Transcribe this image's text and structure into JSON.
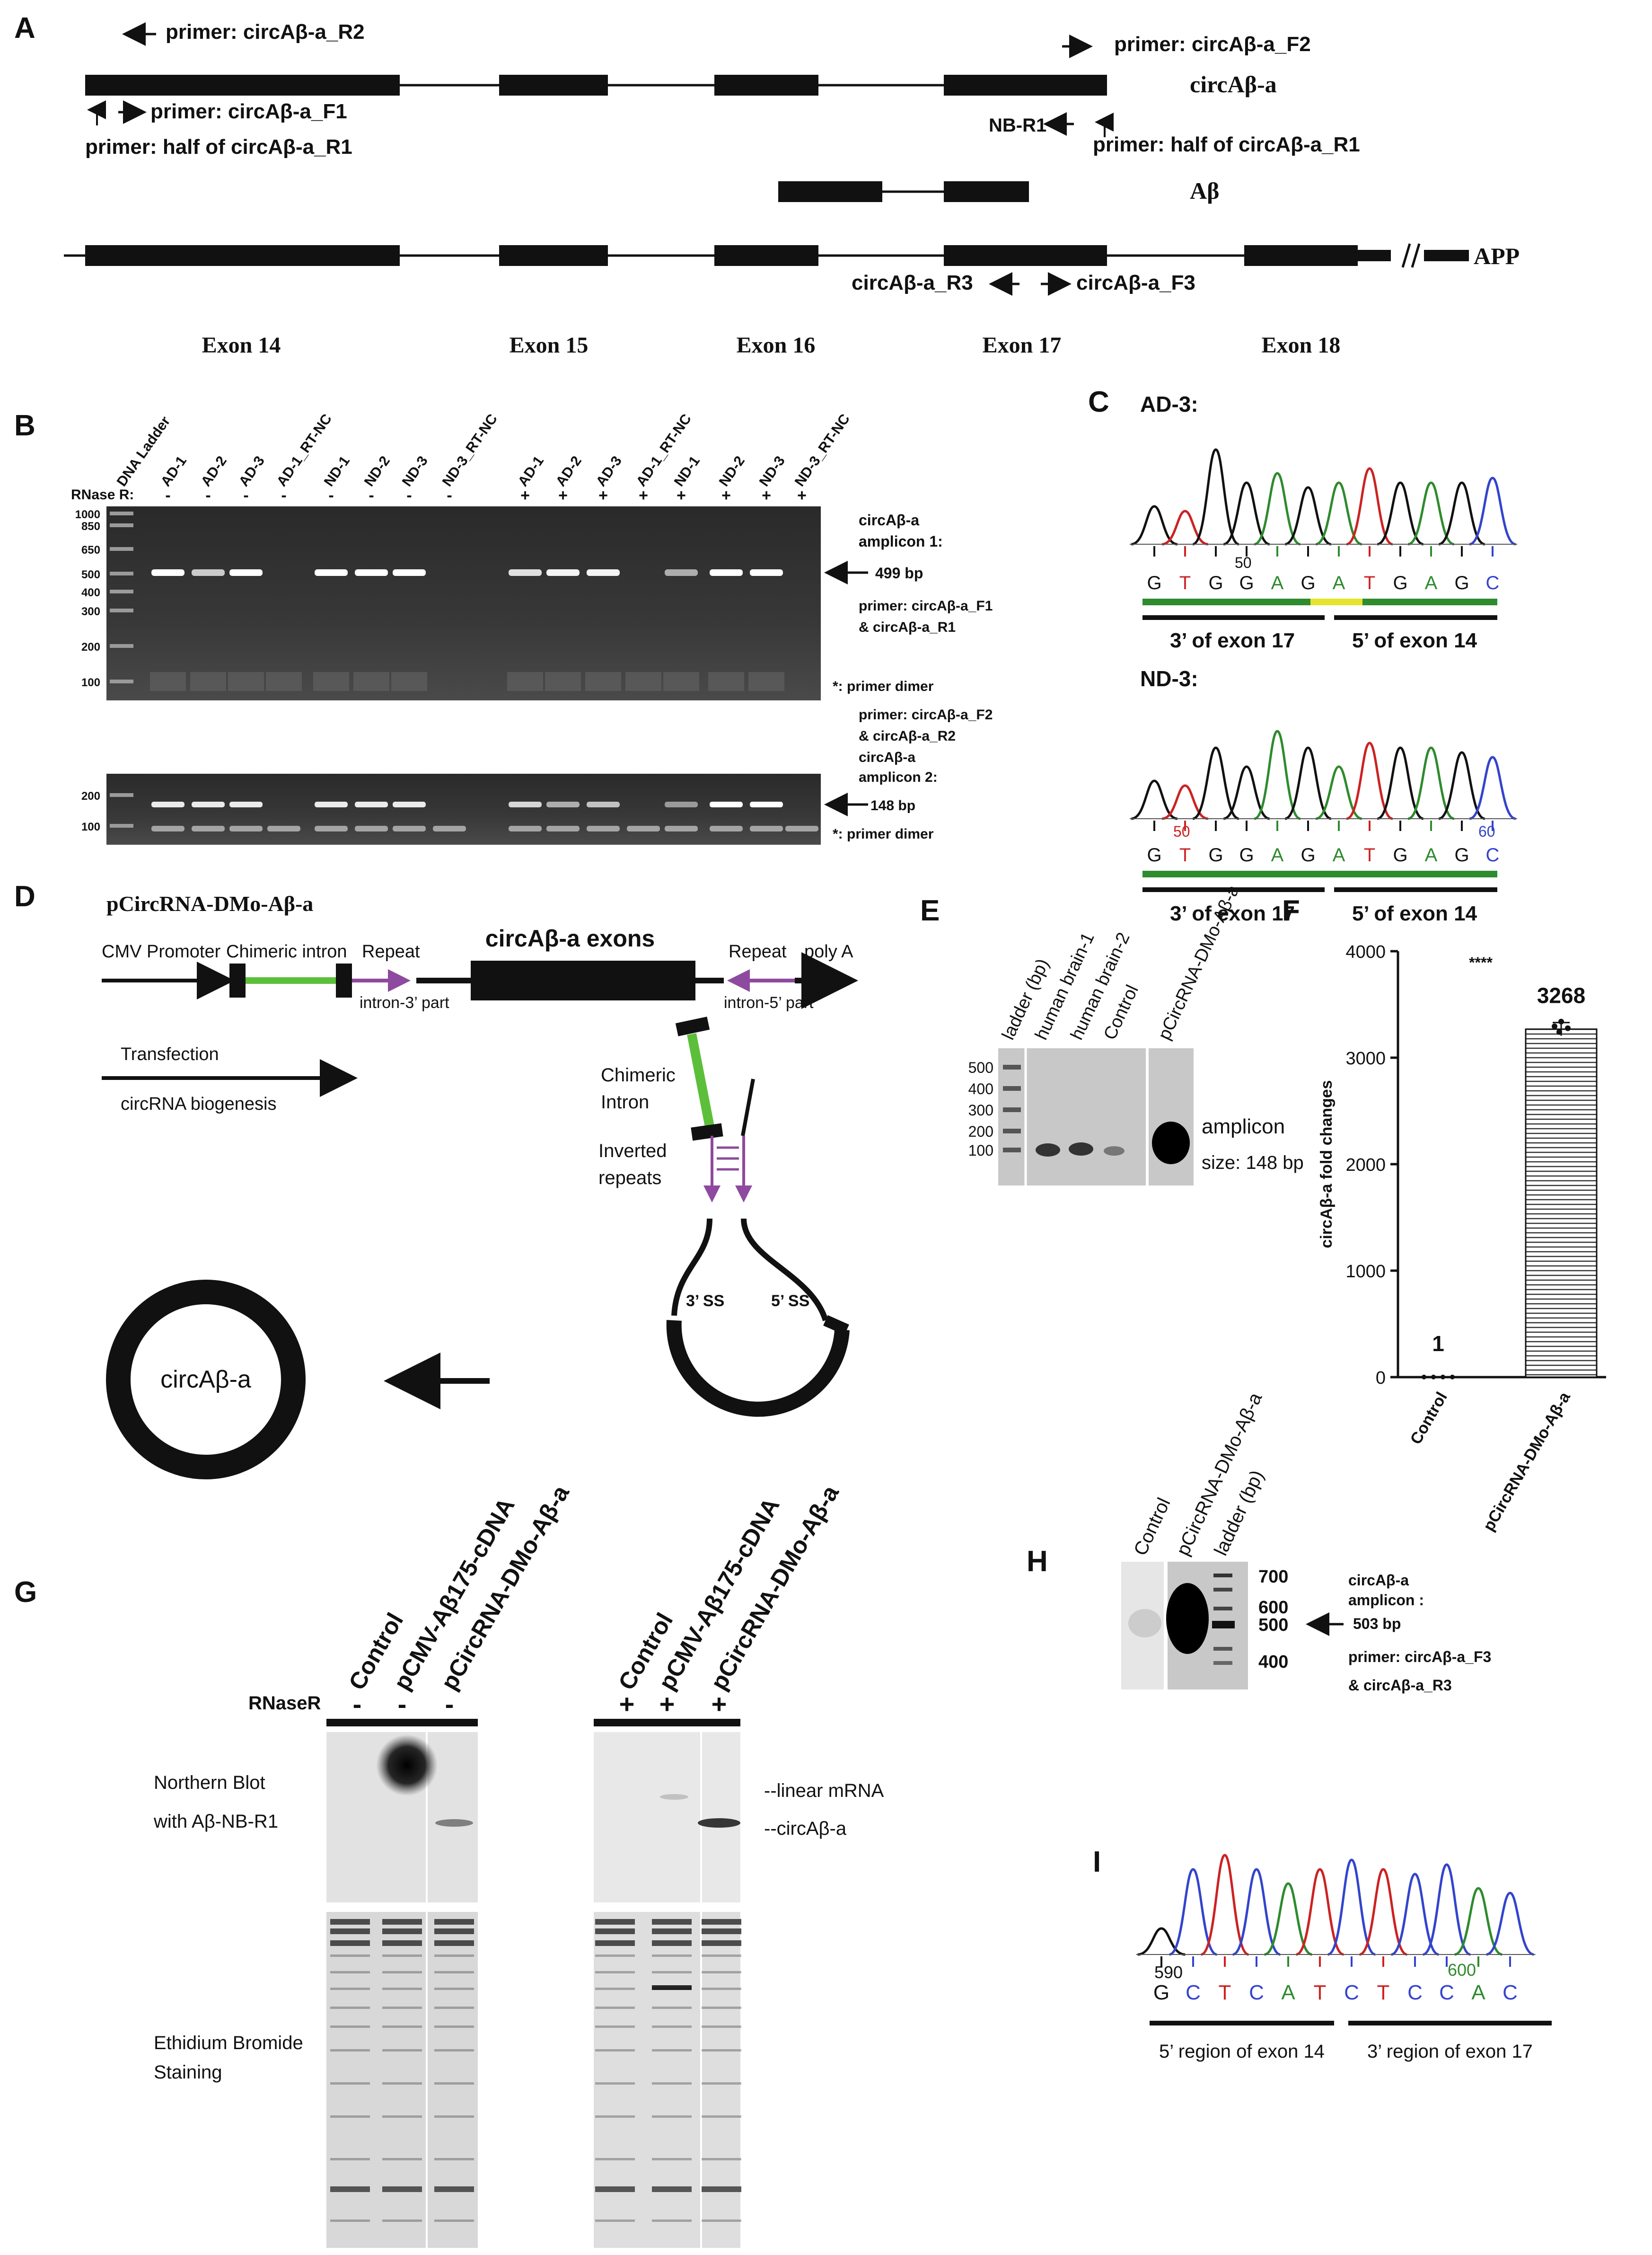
{
  "panels": {
    "A": "A",
    "B": "B",
    "C": "C",
    "D": "D",
    "E": "E",
    "F": "F",
    "G": "G",
    "H": "H",
    "I": "I"
  },
  "panel_a": {
    "primer_r2": "primer: circAβ-a_R2",
    "primer_f2": "primer: circAβ-a_F2",
    "primer_f1": "primer: circAβ-a_F1",
    "primer_half_left": "primer: half of circAβ-a_R1",
    "primer_half_right": "primer: half of circAβ-a_R1",
    "nb_r1": "NB-R1",
    "circ_label": "circAβ-a",
    "abeta_label": "Aβ",
    "app_label": "APP",
    "r3": "circAβ-a_R3",
    "f3": "circAβ-a_F3",
    "exons": [
      "Exon 14",
      "Exon 15",
      "Exon 16",
      "Exon 17",
      "Exon 18"
    ]
  },
  "panel_b": {
    "lanes": [
      "DNA Ladder",
      "AD-1",
      "AD-2",
      "AD-3",
      "AD-1_RT-NC",
      "ND-1",
      "ND-2",
      "ND-3",
      "ND-3_RT-NC",
      "AD-1",
      "AD-2",
      "AD-3",
      "AD-1_RT-NC",
      "ND-1",
      "ND-2",
      "ND-3",
      "ND-3_RT-NC"
    ],
    "rnase_label": "RNase R:",
    "rnase_signs": [
      "-",
      "-",
      "-",
      "-",
      "-",
      "-",
      "-",
      "-",
      "+",
      "+",
      "+",
      "+",
      "+",
      "+",
      "+",
      "+"
    ],
    "ladder_top": [
      "1000",
      "850",
      "650",
      "500",
      "400",
      "300",
      "200",
      "100"
    ],
    "ladder_bottom": [
      "200",
      "100"
    ],
    "amp1_line1": "circAβ-a",
    "amp1_line2": "amplicon 1:",
    "amp1_size": "499 bp",
    "primer1_line1": "primer: circAβ-a_F1",
    "primer1_line2": "& circAβ-a_R1",
    "dimer1": "*: primer dimer",
    "primer2_line1": "primer: circAβ-a_F2",
    "primer2_line2": "& circAβ-a_R2",
    "amp2_line1": "circAβ-a",
    "amp2_line2": "amplicon 2:",
    "amp2_size": "148 bp",
    "dimer2": "*: primer dimer"
  },
  "panel_c": {
    "ad_title": "AD-3:",
    "nd_title": "ND-3:",
    "ad_num": "50",
    "nd_num1": "50",
    "nd_num2": "60",
    "bases": [
      "G",
      "T",
      "G",
      "G",
      "A",
      "G",
      "A",
      "T",
      "G",
      "A",
      "G",
      "C"
    ],
    "left_region": "3’ of exon 17",
    "right_region": "5’ of exon 14"
  },
  "panel_d": {
    "plasmid": "pCircRNA-DMo-Aβ-a",
    "cmv": "CMV Promoter",
    "chimeric": "Chimeric intron",
    "repeat1": "Repeat",
    "repeat2": "Repeat",
    "exons": "circAβ-a exons",
    "polya": "poly A",
    "intron3": "intron-3’ part",
    "intron5": "intron-5’ part",
    "transfection": "Transfection",
    "biogenesis": "circRNA biogenesis",
    "chim_intron1": "Chimeric",
    "chim_intron2": "Intron",
    "inverted1": "Inverted",
    "inverted2": "repeats",
    "ss3": "3’ SS",
    "ss5": "5’ SS",
    "circle": "circAβ-a"
  },
  "panel_e": {
    "lanes": [
      "ladder (bp)",
      "human brain-1",
      "human brain-2",
      "Control",
      "pCircRNA-DMo-Aβ-a"
    ],
    "ladder": [
      "500",
      "400",
      "300",
      "200",
      "100"
    ],
    "amp1": "amplicon",
    "amp2": "size: 148 bp"
  },
  "panel_g": {
    "lanes": [
      "Control",
      "pCMV-Aβ175-cDNA",
      "pCircRNA-DMo-Aβ-a",
      "Control",
      "pCMV-Aβ175-cDNA",
      "pCircRNA-DMo-Aβ-a"
    ],
    "rnaser": "RNaseR",
    "signs": [
      "-",
      "-",
      "-",
      "+",
      "+",
      "+"
    ],
    "nb1": "Northern Blot",
    "nb2": "with Aβ-NB-R1",
    "linear": "--linear mRNA",
    "circ": "--circAβ-a",
    "eb1": "Ethidium Bromide",
    "eb2": "Staining"
  },
  "panel_h": {
    "lanes": [
      "Control",
      "pCircRNA-DMo-Aβ-a",
      "ladder (bp)"
    ],
    "ladder": [
      "700",
      "600",
      "500",
      "400"
    ],
    "amp1": "circAβ-a",
    "amp2": "amplicon :",
    "amp3": "503 bp",
    "primer1": "primer: circAβ-a_F3",
    "primer2": "& circAβ-a_R3"
  },
  "panel_i": {
    "num1": "590",
    "num2": "600",
    "bases": [
      "G",
      "C",
      "T",
      "C",
      "A",
      "T",
      "C",
      "T",
      "C",
      "C",
      "A",
      "C"
    ],
    "left_region": "5’ region  of exon 14",
    "right_region": "3’ region of exon 17"
  },
  "chart_data": {
    "type": "bar",
    "categories": [
      "Control",
      "pCircRNA-DMo-Aβ-a"
    ],
    "values": [
      1,
      3268
    ],
    "value_labels": [
      "1",
      "3268"
    ],
    "significance": "****",
    "title": "",
    "xlabel": "",
    "ylabel": "circAβ-a fold changes",
    "ylim": [
      0,
      4000
    ],
    "yticks": [
      "0",
      "1000",
      "2000",
      "3000",
      "4000"
    ],
    "grid": false
  }
}
